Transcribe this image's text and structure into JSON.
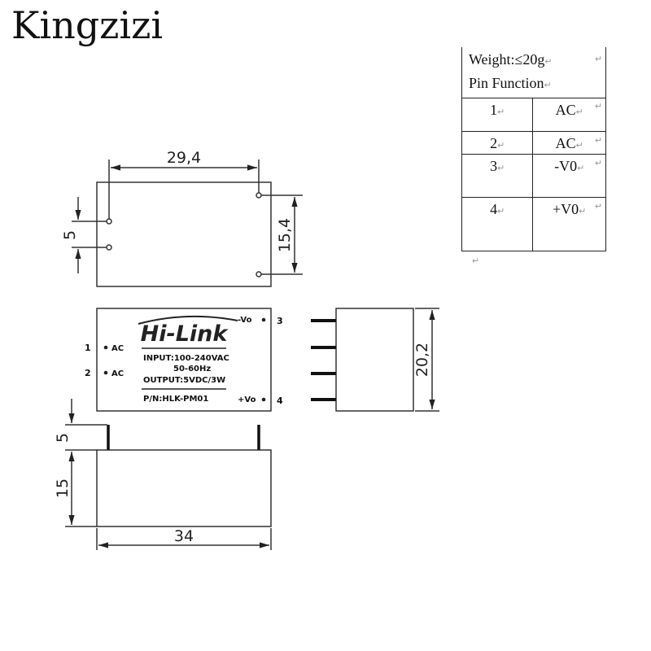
{
  "brand": "Kingzizi",
  "spec_table": {
    "weight": "Weight:≤20g",
    "pin_function_label": "Pin Function",
    "pins": [
      {
        "number": "1",
        "function": "AC"
      },
      {
        "number": "2",
        "function": "AC"
      },
      {
        "number": "3",
        "function": "-V0"
      },
      {
        "number": "4",
        "function": "+V0"
      }
    ],
    "paragraph_mark": "↵"
  },
  "top_view": {
    "dim_width": "29,4",
    "dim_height": "15,4",
    "dim_pin_pitch": "5"
  },
  "front_view": {
    "logo": "Hi-Link",
    "input": "INPUT:100-240VAC",
    "frequency": "50-60Hz",
    "output": "OUTPUT:5VDC/3W",
    "part_number": "P/N:HLK-PM01",
    "pins": [
      {
        "number": "1",
        "label": "AC"
      },
      {
        "number": "2",
        "label": "AC"
      },
      {
        "number": "3",
        "label": "-Vo"
      },
      {
        "number": "4",
        "label": "+Vo"
      }
    ]
  },
  "side_view": {
    "dim_height": "20,2"
  },
  "bottom_view": {
    "dim_pin_length": "5",
    "dim_body_height": "15",
    "dim_length": "34"
  }
}
